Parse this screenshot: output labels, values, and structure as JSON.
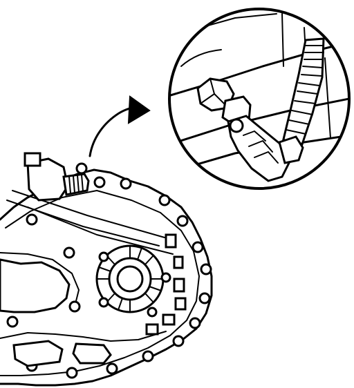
{
  "figure": {
    "background_color": "#ffffff",
    "line_color": "#000000",
    "parts": [
      "transaxle-housing",
      "sensor-connector",
      "detail-callout",
      "pointer-arrow"
    ]
  }
}
